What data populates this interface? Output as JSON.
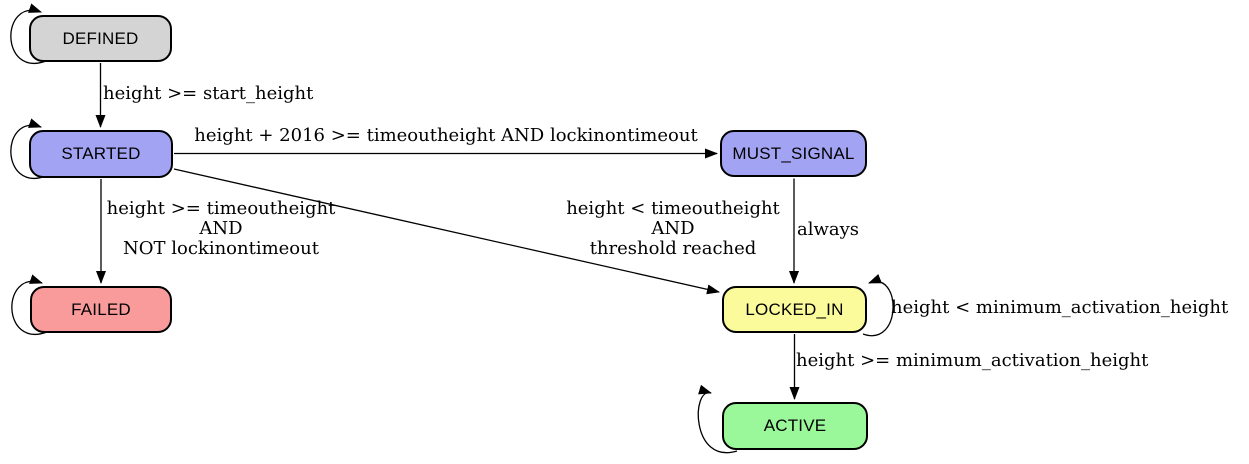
{
  "diagram": {
    "type": "state-machine",
    "background": "#ffffff",
    "edge_color": "#000000",
    "nodes": {
      "defined": {
        "label": "DEFINED",
        "fill": "#d4d4d4",
        "self_loop": true
      },
      "started": {
        "label": "STARTED",
        "fill": "#a3a3f3",
        "self_loop": true
      },
      "failed": {
        "label": "FAILED",
        "fill": "#f99b9b",
        "self_loop": true
      },
      "must_signal": {
        "label": "MUST_SIGNAL",
        "fill": "#a3a3f3",
        "self_loop": false
      },
      "locked_in": {
        "label": "LOCKED_IN",
        "fill": "#fbfb9b",
        "self_loop": true
      },
      "active": {
        "label": "ACTIVE",
        "fill": "#9af79a",
        "self_loop": true
      }
    },
    "edges": {
      "defined_to_started": {
        "from": "DEFINED",
        "to": "STARTED",
        "label": "height >= start_height"
      },
      "started_to_must_signal": {
        "from": "STARTED",
        "to": "MUST_SIGNAL",
        "label": "height + 2016 >= timeoutheight AND lockinontimeout"
      },
      "started_to_failed": {
        "from": "STARTED",
        "to": "FAILED",
        "label": "height >= timeoutheight\nAND\nNOT lockinontimeout"
      },
      "started_to_locked_in": {
        "from": "STARTED",
        "to": "LOCKED_IN",
        "label": "height < timeoutheight\nAND\nthreshold reached"
      },
      "must_signal_to_locked_in": {
        "from": "MUST_SIGNAL",
        "to": "LOCKED_IN",
        "label": "always"
      },
      "locked_in_self": {
        "from": "LOCKED_IN",
        "to": "LOCKED_IN",
        "label": "height < minimum_activation_height"
      },
      "locked_in_to_active": {
        "from": "LOCKED_IN",
        "to": "ACTIVE",
        "label": "height >= minimum_activation_height"
      }
    }
  }
}
